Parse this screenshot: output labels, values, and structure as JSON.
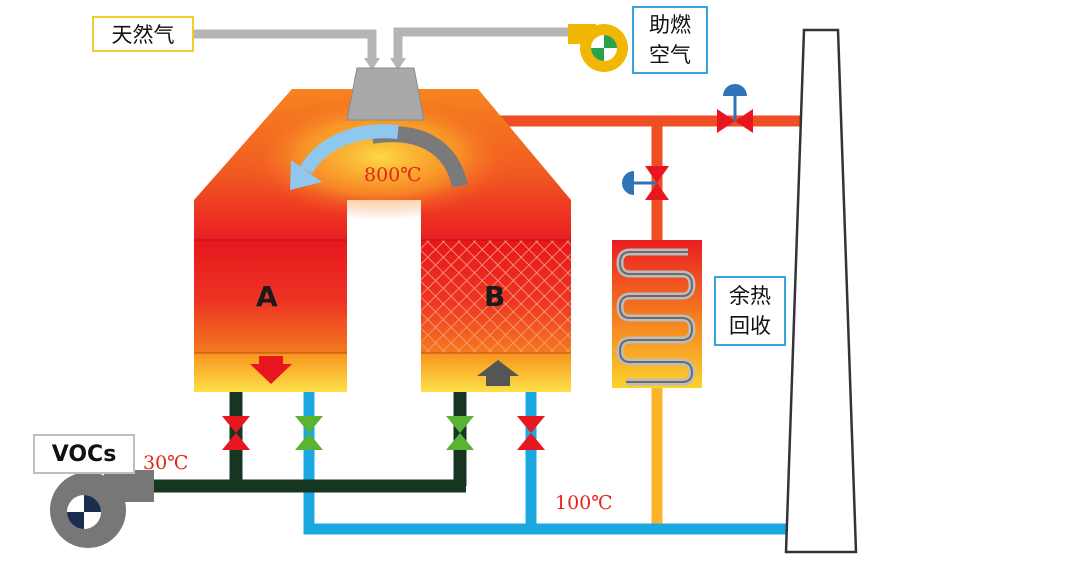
{
  "labels": {
    "natural_gas": "天然气",
    "combustion_air": [
      "助燃",
      "空气"
    ],
    "heat_recovery": [
      "余热",
      "回收"
    ],
    "vocs": "VOCs"
  },
  "temperatures": {
    "chamber": "800℃",
    "inlet": "30℃",
    "exhaust": "100℃"
  },
  "chambers": {
    "a": "A",
    "b": "B"
  },
  "colors": {
    "hot_red": "#e8161e",
    "hot_orange": "#f6841f",
    "warm_yellow": "#fcd22b",
    "pipe_gray": "#b5b5b5",
    "pipe_orange_red": "#ef4e24",
    "pipe_yellow": "#fbb32a",
    "pipe_blue": "#1aa8e0",
    "pipe_dark_green": "#173621",
    "valve_red": "#e8161e",
    "valve_green": "#5ab431",
    "valve_blue": "#2f74b9",
    "label_border_yellow": "#f2cc2a",
    "label_border_blue": "#33a7dd",
    "label_border_gray": "#bfbfbf",
    "temp_text_red": "#e4251b"
  }
}
